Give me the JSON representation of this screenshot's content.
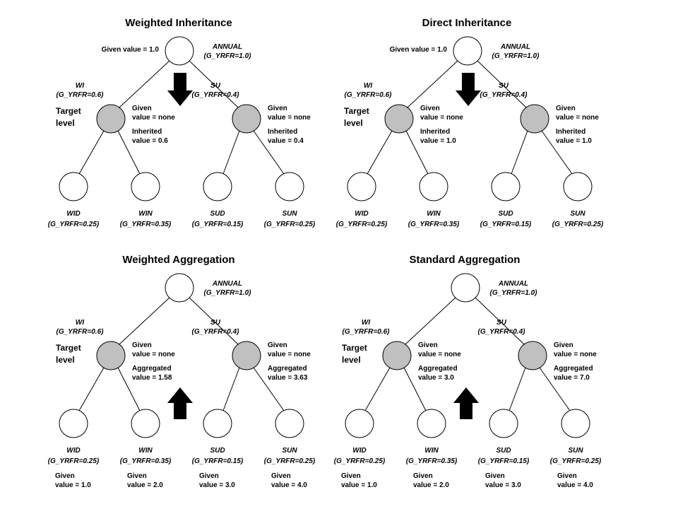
{
  "panels": [
    {
      "id": "weighted-inheritance",
      "title": "Weighted Inheritance",
      "arrow": "down",
      "annual": {
        "name": "ANNUAL",
        "factor": "(G_YRFR=1.0)",
        "given": "Given value = 1.0"
      },
      "mid": [
        {
          "name": "WI",
          "factor": "(G_YRFR=0.6)",
          "info": [
            "Given",
            "value = none",
            "Inherited",
            "value = 0.6"
          ]
        },
        {
          "name": "SU",
          "factor": "(G_YRFR=0.4)",
          "info": [
            "Given",
            "value = none",
            "Inherited",
            "value = 0.4"
          ]
        }
      ],
      "leaves": [
        {
          "name": "WID",
          "factor": "(G_YRFR=0.25)"
        },
        {
          "name": "WIN",
          "factor": "(G_YRFR=0.35)"
        },
        {
          "name": "SUD",
          "factor": "(G_YRFR=0.15)"
        },
        {
          "name": "SUN",
          "factor": "(G_YRFR=0.25)"
        }
      ],
      "target": [
        "Target",
        "level"
      ]
    },
    {
      "id": "direct-inheritance",
      "title": "Direct Inheritance",
      "arrow": "down",
      "annual": {
        "name": "ANNUAL",
        "factor": "(G_YRFR=1.0)",
        "given": "Given value = 1.0"
      },
      "mid": [
        {
          "name": "WI",
          "factor": "(G_YRFR=0.6)",
          "info": [
            "Given",
            "value = none",
            "Inherited",
            "value = 1.0"
          ]
        },
        {
          "name": "SU",
          "factor": "(G_YRFR=0.4)",
          "info": [
            "Given",
            "value = none",
            "Inherited",
            "value = 1.0"
          ]
        }
      ],
      "leaves": [
        {
          "name": "WID",
          "factor": "(G_YRFR=0.25)"
        },
        {
          "name": "WIN",
          "factor": "(G_YRFR=0.35)"
        },
        {
          "name": "SUD",
          "factor": "(G_YRFR=0.15)"
        },
        {
          "name": "SUN",
          "factor": "(G_YRFR=0.25)"
        }
      ],
      "target": [
        "Target",
        "level"
      ]
    },
    {
      "id": "weighted-aggregation",
      "title": "Weighted Aggregation",
      "arrow": "up",
      "annual": {
        "name": "ANNUAL",
        "factor": "(G_YRFR=1.0)",
        "given": ""
      },
      "mid": [
        {
          "name": "WI",
          "factor": "(G_YRFR=0.6)",
          "info": [
            "Given",
            "value = none",
            "Aggregated",
            "value = 1.58"
          ]
        },
        {
          "name": "SU",
          "factor": "(G_YRFR=0.4)",
          "info": [
            "Given",
            "value = none",
            "Aggregated",
            "value = 3.63"
          ]
        }
      ],
      "leaves": [
        {
          "name": "WID",
          "factor": "(G_YRFR=0.25)",
          "given": [
            "Given",
            "value = 1.0"
          ]
        },
        {
          "name": "WIN",
          "factor": "(G_YRFR=0.35)",
          "given": [
            "Given",
            "value = 2.0"
          ]
        },
        {
          "name": "SUD",
          "factor": "(G_YRFR=0.15)",
          "given": [
            "Given",
            "value = 3.0"
          ]
        },
        {
          "name": "SUN",
          "factor": "(G_YRFR=0.25)",
          "given": [
            "Given",
            "value = 4.0"
          ]
        }
      ],
      "target": [
        "Target",
        "level"
      ]
    },
    {
      "id": "standard-aggregation",
      "title": "Standard Aggregation",
      "arrow": "up",
      "annual": {
        "name": "ANNUAL",
        "factor": "(G_YRFR=1.0)",
        "given": ""
      },
      "mid": [
        {
          "name": "WI",
          "factor": "(G_YRFR=0.6)",
          "info": [
            "Given",
            "value = none",
            "Aggregated",
            "value = 3.0"
          ]
        },
        {
          "name": "SU",
          "factor": "(G_YRFR=0.4)",
          "info": [
            "Given",
            "value = none",
            "Aggregated",
            "value = 7.0"
          ]
        }
      ],
      "leaves": [
        {
          "name": "WID",
          "factor": "(G_YRFR=0.25)",
          "given": [
            "Given",
            "value = 1.0"
          ]
        },
        {
          "name": "WIN",
          "factor": "(G_YRFR=0.35)",
          "given": [
            "Given",
            "value = 2.0"
          ]
        },
        {
          "name": "SUD",
          "factor": "(G_YRFR=0.15)",
          "given": [
            "Given",
            "value = 3.0"
          ]
        },
        {
          "name": "SUN",
          "factor": "(G_YRFR=0.25)",
          "given": [
            "Given",
            "value = 4.0"
          ]
        }
      ],
      "target": [
        "Target",
        "level"
      ]
    }
  ]
}
